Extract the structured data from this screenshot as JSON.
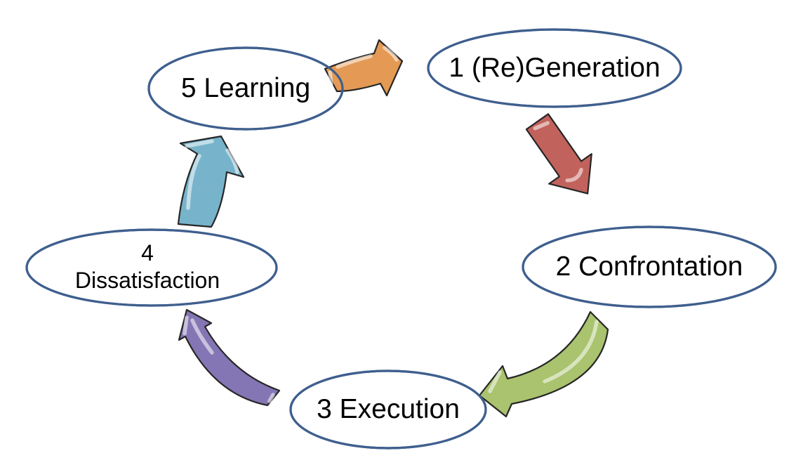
{
  "diagram": {
    "type": "cycle-diagram",
    "background": "#FFFFFF",
    "colors": {
      "node_fill": "#FFFFFF",
      "node_border": "#3F5F8E",
      "node_text": "#000000",
      "arrow_outline": "#262626"
    },
    "nodes": [
      {
        "id": "1",
        "label": "1 (Re)Generation"
      },
      {
        "id": "2",
        "label": "2 Confrontation"
      },
      {
        "id": "3",
        "label": "3 Execution"
      },
      {
        "id": "4",
        "label_line1": "4",
        "label_line2": "Dissatisfaction"
      },
      {
        "id": "5",
        "label": "5 Learning"
      }
    ],
    "arrows": [
      {
        "from": "5 Learning",
        "to": "1 (Re)Generation",
        "color": "#E49A54",
        "shape": "straight",
        "direction": "right"
      },
      {
        "from": "1 (Re)Generation",
        "to": "2 Confrontation",
        "color": "#C2625C",
        "shape": "straight",
        "direction": "down-right"
      },
      {
        "from": "2 Confrontation",
        "to": "3 Execution",
        "color": "#A9C36E",
        "shape": "curved",
        "direction": "down-left"
      },
      {
        "from": "3 Execution",
        "to": "4 Dissatisfaction",
        "color": "#8476B4",
        "shape": "curved",
        "direction": "up-left"
      },
      {
        "from": "4 Dissatisfaction",
        "to": "5 Learning",
        "color": "#77B4CB",
        "shape": "straight",
        "direction": "up"
      }
    ]
  }
}
